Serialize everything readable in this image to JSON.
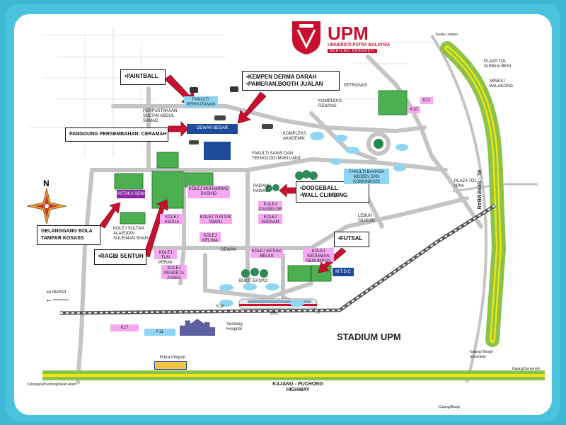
{
  "logo": {
    "brand": "UPM",
    "subtitle": "UNIVERSITI PUTRA MALAYSIA",
    "motto": "BERILMU BERBAKTI"
  },
  "callouts": {
    "paintball": "•PAINTBALL",
    "kempen_1": "•KEMPEN DERMA DARAH",
    "kempen_2": "•PAMERAN,BOOTH JUALAN",
    "panggung": "PANGGUNG PERSEMBAHAN:   CERAMAH",
    "gelanggang_1": "GELANGGANG BOLA",
    "gelanggang_2": "TAMPAR KOSASS",
    "ragbi": "•RAGBI SENTUH",
    "dodgeball_1": "•DODGEBALL",
    "dodgeball_2": "•WALL CLIMBING",
    "futsal": "•FUTSAL"
  },
  "buildings": {
    "fakulti_perhutanan": "FAKULTI PERHUTANAN",
    "perpustakaan": "PERPUSTAKAAN SULTAN ABDUL SAMAD",
    "dewan_besar": "DEWAN BESAR",
    "kompleks_renang": "KOMPLEKS RENANG",
    "kompleks_akademik": "KOMPLEKS AKADEMIK",
    "fakulti_sains": "FAKULTI SAINS DAN TEKNOLOGI MAKLUMAT",
    "fakulti_bahasa": "FAKULTI BAHASA MODEN DAN KOMUNIKASI",
    "petronas": "PETRONAS",
    "k10": "K10",
    "k11": "K11",
    "astaka": "ASTAKA SENI",
    "kolej_muhammad_rashid": "KOLEJ MUHAMMAD RASHID",
    "padang_kawad": "PADANG KAWAD",
    "kolej_canselor": "KOLEJ CANSELOR",
    "kolej_keenam": "KOLEJ KEENAM",
    "kolej_kedua": "KOLEJ KEDUA",
    "kolej_tun_ismail": "KOLEJ TUN DR. ISMAIL",
    "kolej_sultan": "KOLEJ SULTAN ALAEDDIN SULEIMAN SHAH",
    "kolej_kelima": "KOLEJ KELIMA",
    "kolej_tun_perak": "KOLEJ TUN PERAK",
    "dewan": "DEWAN",
    "kolej_ketiga_belas": "KOLEJ KETIGA BELAS",
    "kolej_kediaman": "KOLEJ KEDIAMAN SERUMPUN",
    "kolej_pendeta": "KOLEJ PENDETA ZAABA",
    "bukit_ekspo": "BUKIT EKSPO",
    "mtdc": "M.T.D.C",
    "lebuh_silikon": "LEBUH SILIKON",
    "k17": "K17",
    "f11": "F11",
    "serdang_hospital": "Serdang Hospital",
    "pulra_infoport": "Putra Infoport",
    "stadium": "STADIUM UPM"
  },
  "roads": {
    "kuala_lumpur": "Kuala Lumpur",
    "plaza_sungai_besi": "PLAZA TOL SUNGAI BESI",
    "mines": "MINES / BALAKONG",
    "kl_seremban": "KL - SEREMBAN",
    "plaza_upm": "PLAZA TOL UPM",
    "ke_mardi": "ke MARDI",
    "kja": "KJA",
    "erl": "ERL",
    "kajang_bangi_seremban": "Kajang/ Bangi/ Seremban",
    "kajang_semenyih": "Kajang/Semenyih",
    "kajang_bangi": "Kajang/Bangi",
    "cyberjaya": "Cyberjaya/Puchong/Shah Alam",
    "highway_1": "KAJANG - PUCHONG",
    "highway_2": "HIGHWAY"
  },
  "compass": {
    "north": "N"
  },
  "colors": {
    "frame": "#4cc3de",
    "road": "#bdbdbd",
    "highway_green": "#8bc34a",
    "highway_yellow": "#f1e40f",
    "pink": "#f5a9f2",
    "navy": "#1d4a9a",
    "arrow": "#c8102e"
  }
}
